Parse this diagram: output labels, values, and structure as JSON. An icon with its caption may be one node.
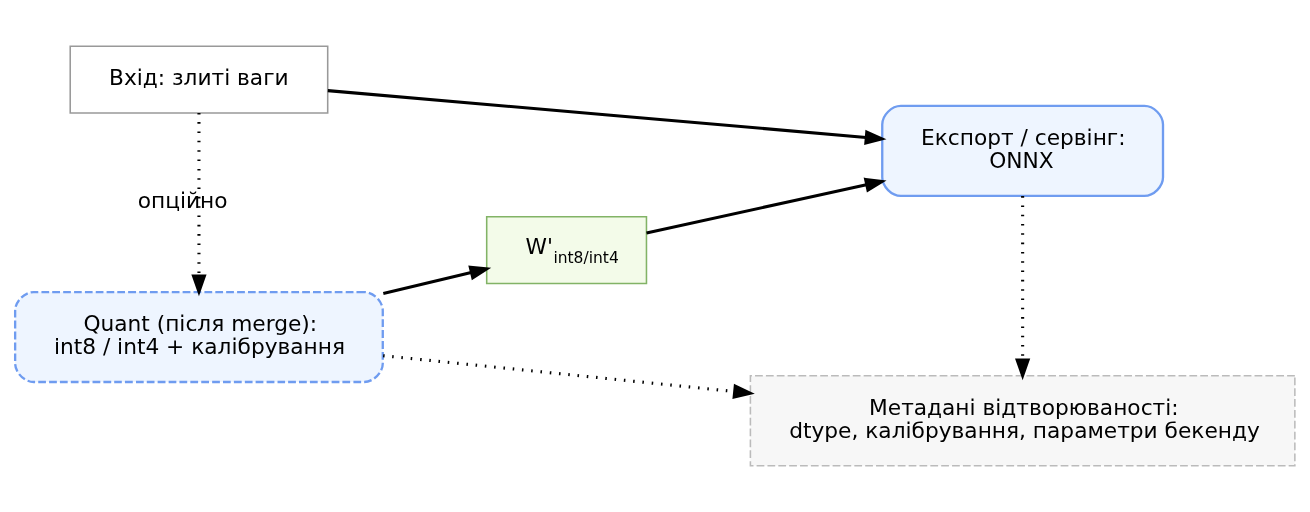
{
  "diagram": {
    "nodes": [
      {
        "text": [
          "Вхід: злиті ваги"
        ]
      },
      {
        "text": [
          "Експорт / сервінг:",
          "ONNX"
        ]
      },
      {
        "text": [
          "Quant (після merge):",
          "int8 / int4 + калібрування"
        ]
      },
      {
        "text": [
          "W'$_{int8/int4}$"
        ]
      },
      {
        "text": [
          "Метадані відтворюваності:",
          "dtype, калібрування, параметри бекенду"
        ]
      }
    ],
    "edges": [
      {
        "from": 0,
        "to": 1,
        "arrow": "to"
      },
      {
        "from": 0,
        "to": 2,
        "arrow": "to",
        "label": "опційно",
        "style": "dashed"
      },
      {
        "from": 2,
        "to": 3,
        "arrow": "to"
      },
      {
        "from": 3,
        "to": 1,
        "arrow": "to"
      },
      {
        "from": 1,
        "to": 4,
        "arrow": "to",
        "style": "dashed"
      },
      {
        "from": 2,
        "to": 4,
        "arrow": "to",
        "style": "dashed"
      }
    ]
  }
}
